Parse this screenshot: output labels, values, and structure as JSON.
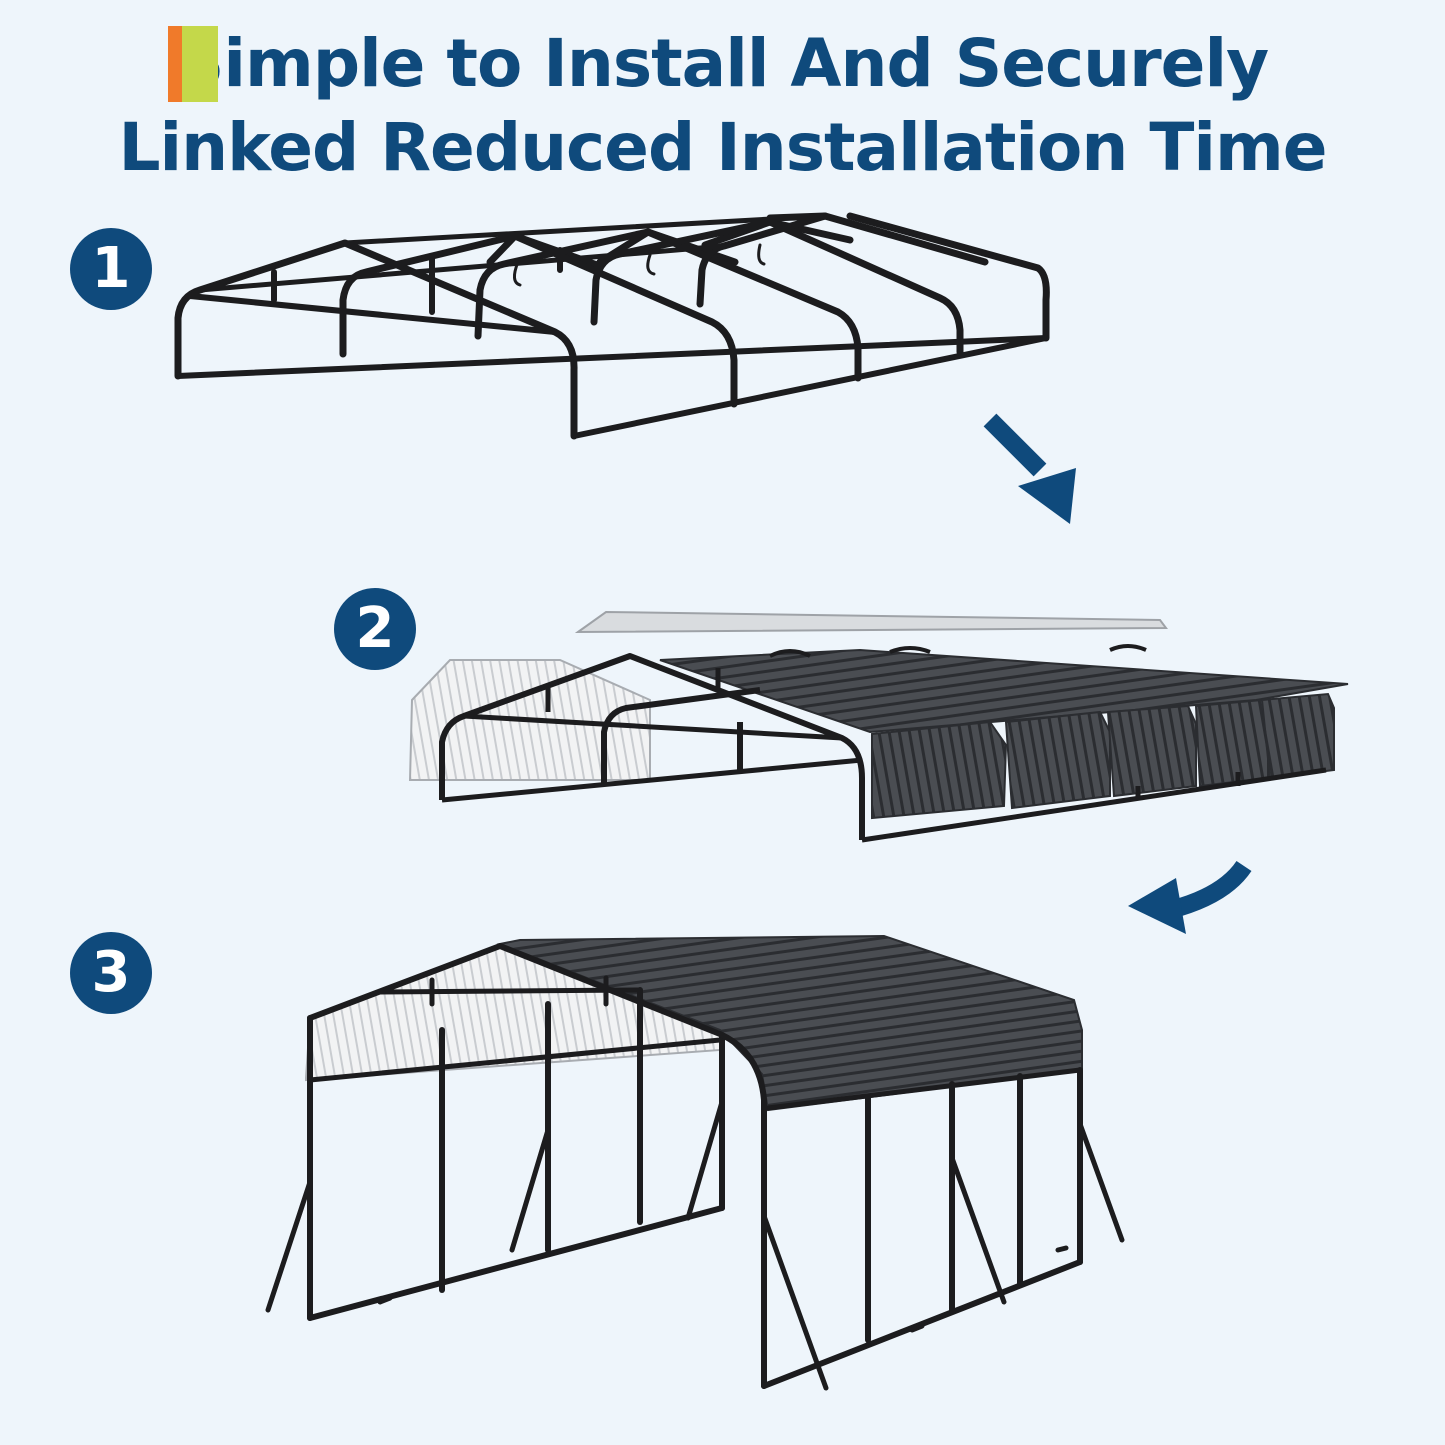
{
  "title": {
    "line1": "Simple to Install And Securely",
    "line2": "Linked Reduced Installation Time"
  },
  "colors": {
    "title": "#0f4a7c",
    "badge": "#0f4a7c",
    "arrow": "#0f4a7c",
    "accent_orange": "#f07a2a",
    "accent_green": "#c4d84a",
    "frame": "#1c1c1e",
    "roof_dark": "#4a4d52",
    "roof_light": "#e6e8ea",
    "background": "#eef5fb"
  },
  "steps": [
    {
      "number": "1",
      "icon": "carport-frame-icon"
    },
    {
      "number": "2",
      "icon": "carport-roof-panels-icon"
    },
    {
      "number": "3",
      "icon": "carport-assembled-icon"
    }
  ]
}
